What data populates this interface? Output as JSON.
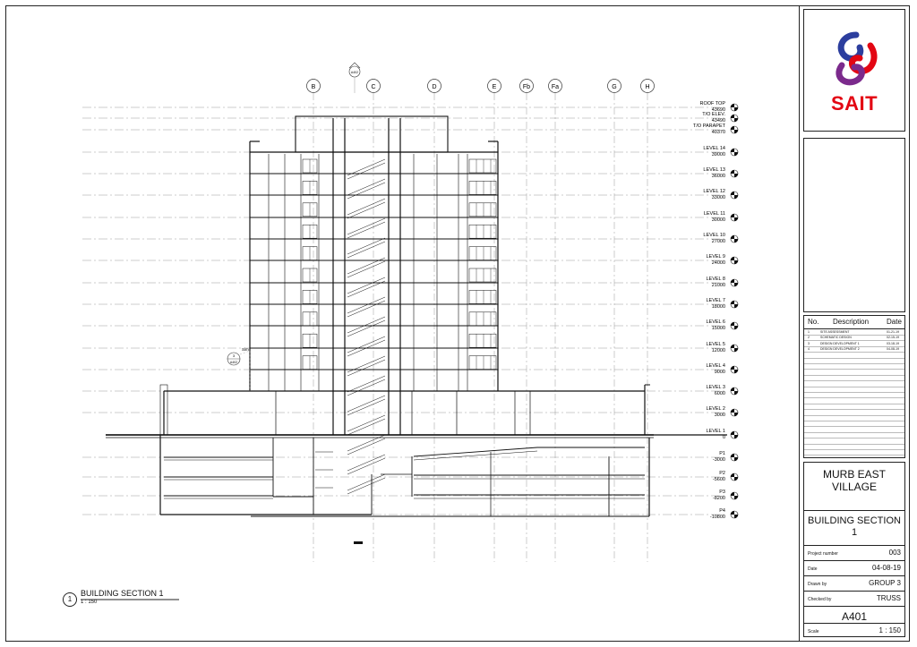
{
  "grid_labels": [
    "B",
    "C",
    "D",
    "E",
    "Fb",
    "Fa",
    "G",
    "H"
  ],
  "levels": [
    {
      "name": "ROOF TOP",
      "elev": "43690"
    },
    {
      "name": "T/O ELEV.",
      "elev": "43490"
    },
    {
      "name": "T/O PARAPET",
      "elev": "40370"
    },
    {
      "name": "LEVEL 14",
      "elev": "39000"
    },
    {
      "name": "LEVEL 13",
      "elev": "36000"
    },
    {
      "name": "LEVEL 12",
      "elev": "33000"
    },
    {
      "name": "LEVEL 11",
      "elev": "30000"
    },
    {
      "name": "LEVEL 10",
      "elev": "27000"
    },
    {
      "name": "LEVEL 9",
      "elev": "24000"
    },
    {
      "name": "LEVEL 8",
      "elev": "21000"
    },
    {
      "name": "LEVEL 7",
      "elev": "18000"
    },
    {
      "name": "LEVEL 6",
      "elev": "15000"
    },
    {
      "name": "LEVEL 5",
      "elev": "12000"
    },
    {
      "name": "LEVEL 4",
      "elev": "9000"
    },
    {
      "name": "LEVEL 3",
      "elev": "6000"
    },
    {
      "name": "LEVEL 2",
      "elev": "3000"
    },
    {
      "name": "LEVEL 1",
      "elev": "0"
    },
    {
      "name": "P1",
      "elev": "-3000"
    },
    {
      "name": "P2",
      "elev": "-5600"
    },
    {
      "name": "P3",
      "elev": "-8200"
    },
    {
      "name": "P4",
      "elev": "-10800"
    }
  ],
  "callouts": {
    "section_ref_top": "A402",
    "section_ref_side_num": "3",
    "section_ref_side_sheet": "A402",
    "side_label": "Sim"
  },
  "view_title": {
    "number": "1",
    "name": "BUILDING SECTION 1",
    "scale": "1 : 150"
  },
  "logo": {
    "text": "SAIT",
    "color_red": "#e30613",
    "color_blue": "#2c3e9e",
    "color_purple": "#7b2a8c"
  },
  "revisions": {
    "headers": {
      "no": "No.",
      "description": "Description",
      "date": "Date"
    },
    "rows": [
      {
        "no": "1",
        "description": "SITE ASSESSMENT",
        "date": "01-21-19"
      },
      {
        "no": "2",
        "description": "SCHEMATIC DESIGN",
        "date": "02-15-19"
      },
      {
        "no": "3",
        "description": "DESIGN DEVELOPMENT 1",
        "date": "03-18-19"
      },
      {
        "no": "4",
        "description": "DESIGN DEVELOPMENT 2",
        "date": "04-08-19"
      }
    ]
  },
  "project": {
    "name": "MURB EAST VILLAGE",
    "sheet_title": "BUILDING SECTION 1",
    "fields": [
      {
        "label": "Project number",
        "value": "003"
      },
      {
        "label": "Date",
        "value": "04-08-19"
      },
      {
        "label": "Drawn by",
        "value": "GROUP 3"
      },
      {
        "label": "Checked by",
        "value": "TRUSS"
      }
    ],
    "sheet_number": "A401",
    "scale_label": "Scale",
    "scale_value": "1 : 150"
  }
}
